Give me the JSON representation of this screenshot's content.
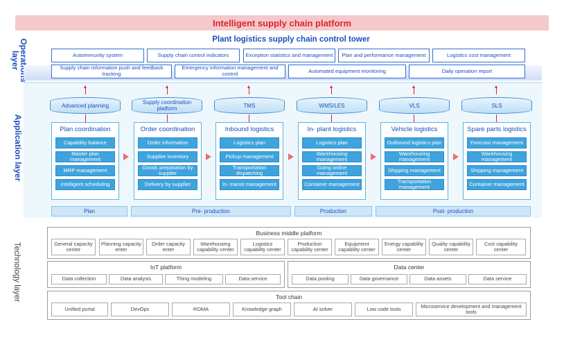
{
  "title": "Intelligent supply chain platform",
  "layers": {
    "operations": "Operations layer",
    "application": "Application layer",
    "technology": "Technology layer"
  },
  "operations": {
    "title": "Plant logistics supply chain control tower",
    "row1": [
      "Autoimmunity system",
      "Supply chain control indicators",
      "Exception statistics and management",
      "Plan and performance management",
      "Logistics cost management"
    ],
    "row2": [
      "Supply chain information push and feedback tracking",
      "Emergency information management and control",
      "Automated equipment monitoring",
      "Daily operation report"
    ]
  },
  "application": {
    "systems": [
      "Advanced planning",
      "Supply coordination platform",
      "TMS",
      "WMS/LES",
      "VLS",
      "SLS"
    ],
    "panels": [
      {
        "title": "Plan coordination",
        "items": [
          "Capability balance",
          "Master plan management",
          "MRP management",
          "Intelligent scheduling"
        ]
      },
      {
        "title": "Order coordination",
        "items": [
          "Order information",
          "Supplier inventory",
          "Goods preparation by supplier",
          "Delivery by supplier"
        ]
      },
      {
        "title": "Inbound logistics",
        "items": [
          "Logistics plan",
          "Pickup management",
          "Transportation dispatching",
          "In- transit management"
        ]
      },
      {
        "title": "In- plant logistics",
        "items": [
          "Logistics plan",
          "Warehousing management",
          "Going online management",
          "Container management"
        ]
      },
      {
        "title": "Vehicle logistics",
        "items": [
          "Outbound logistics plan",
          "Warehousing management",
          "Shipping management",
          "Transportation management"
        ]
      },
      {
        "title": "Spare parts logistics",
        "items": [
          "Forecast management",
          "Warehousing management",
          "Shipping management",
          "Container management"
        ]
      }
    ],
    "stages": [
      "Plan",
      "Pre- production",
      "Production",
      "Post- production"
    ]
  },
  "technology": {
    "business": {
      "title": "Business middle platform",
      "items": [
        "General capacity center",
        "Planning capacity enter",
        "Order capacity enter",
        "Warehousing capability center",
        "Logistics capability center",
        "Production capability center",
        "Equipment capability center",
        "Energy capability center",
        "Quality capability center",
        "Cost capability center"
      ]
    },
    "iot": {
      "title": "IoT platform",
      "items": [
        "Data collection",
        "Data analysis",
        "Thing modeling",
        "Data service"
      ]
    },
    "datacenter": {
      "title": "Data center",
      "items": [
        "Data pooling",
        "Data governance",
        "Data assets",
        "Data service"
      ]
    },
    "toolchain": {
      "title": "Tool chain",
      "items": [
        "Unified portal",
        "DevOps",
        "ROMA",
        "Knowledge graph",
        "AI solver",
        "Low code tools",
        "Microservice development and management tools"
      ]
    }
  },
  "colors": {
    "accent_red": "#e0232b",
    "title_bg": "#f3c9cc",
    "brand_blue": "#1a4fbf",
    "box_blue": "#3fa3dd"
  }
}
